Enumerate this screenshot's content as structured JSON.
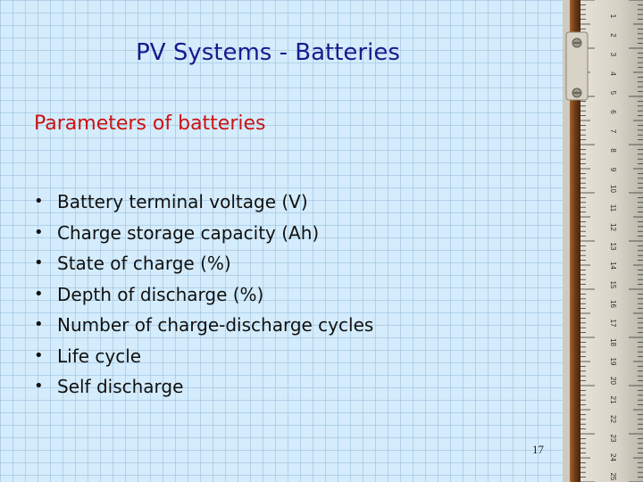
{
  "slide": {
    "title": "PV Systems - Batteries",
    "subtitle": "Parameters of batteries",
    "bullets": [
      "Battery terminal voltage (V)",
      "Charge storage capacity (Ah)",
      "State of charge (%)",
      "Depth of discharge (%)",
      "Number of charge-discharge cycles",
      "Life cycle",
      "Self discharge"
    ],
    "page_number": "17"
  },
  "ruler": {
    "labels": [
      "1",
      "2",
      "3",
      "4",
      "5",
      "6",
      "7",
      "8",
      "9",
      "10",
      "11",
      "12",
      "13",
      "14",
      "15",
      "16",
      "17",
      "18",
      "19",
      "20",
      "21",
      "22",
      "23",
      "24",
      "25"
    ]
  },
  "colors": {
    "background": "#d4ecfb",
    "title": "#1a1a8c",
    "subtitle": "#cc1111",
    "text": "#111111"
  }
}
